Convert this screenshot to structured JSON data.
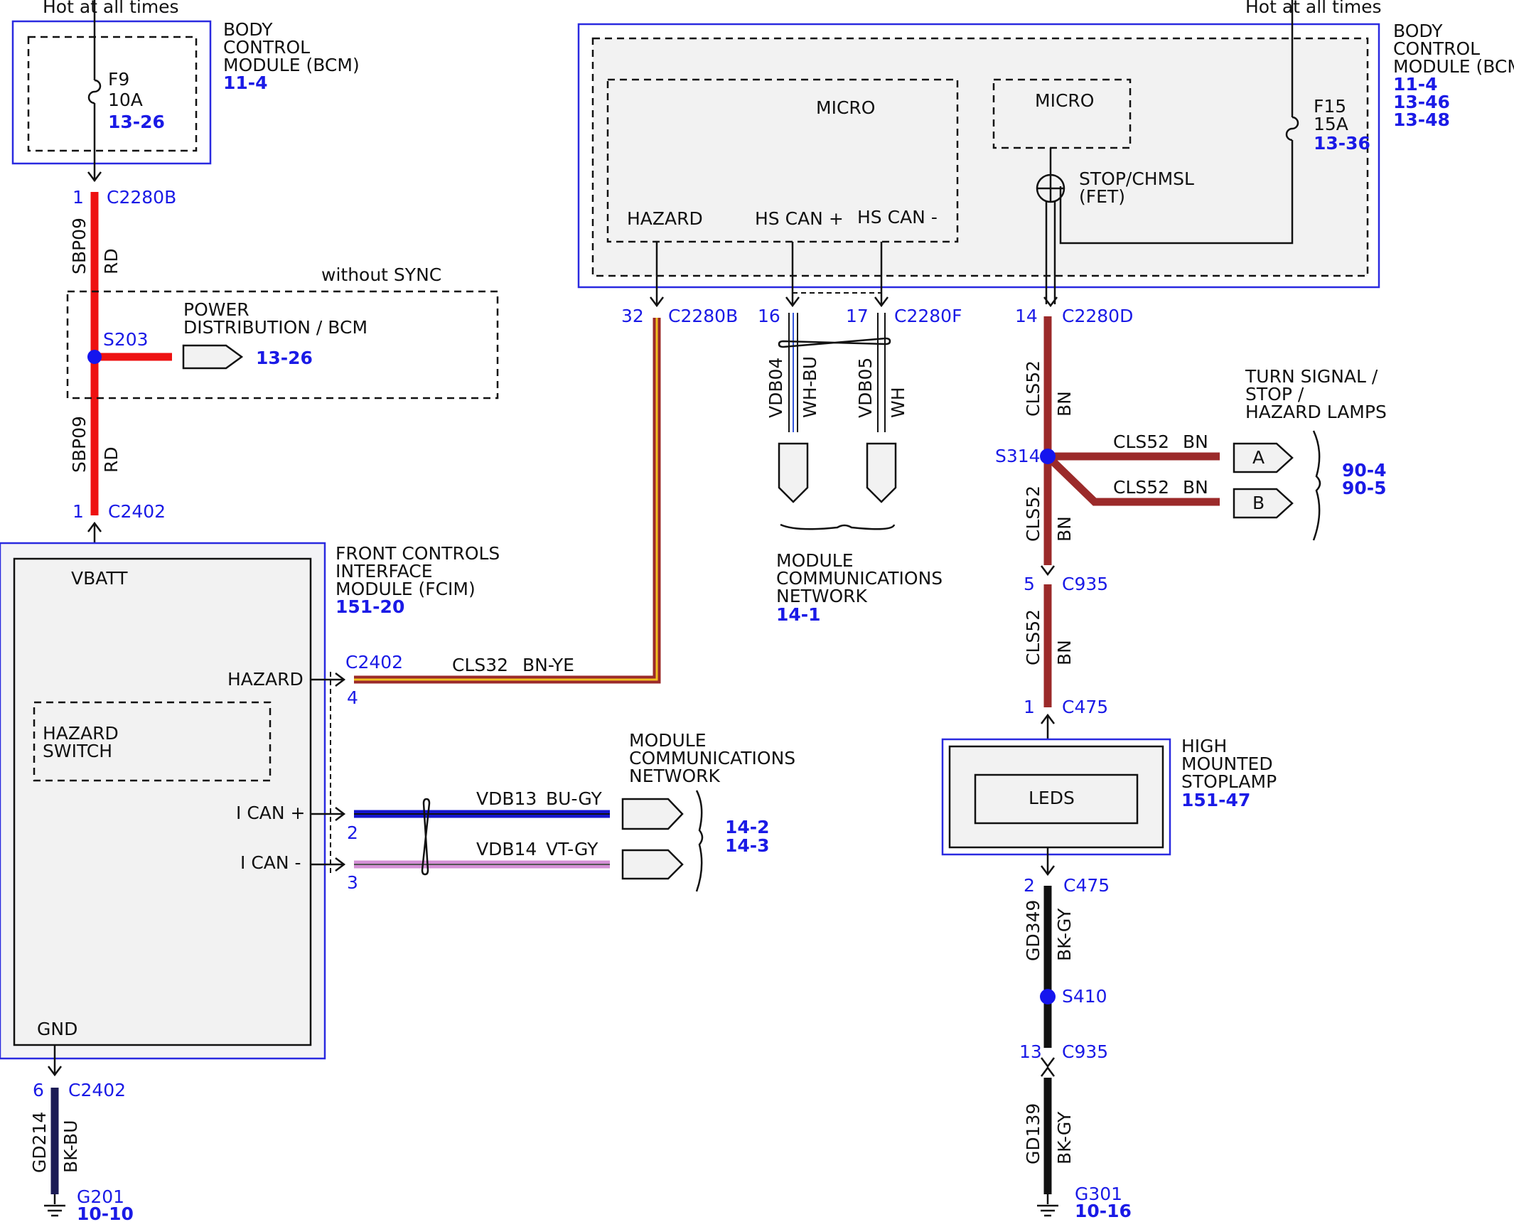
{
  "hot": {
    "left": "Hot at all times",
    "right": "Hot at all times"
  },
  "bcm_left": {
    "name_lines": [
      "BODY",
      "CONTROL",
      "MODULE (BCM)"
    ],
    "ref": "11-4",
    "fuse": "F9",
    "amp": "10A",
    "fuse_ref": "13-26"
  },
  "bcm_right": {
    "name_lines": [
      "BODY",
      "CONTROL",
      "MODULE (BCM)"
    ],
    "refs": [
      "11-4",
      "13-46",
      "13-48"
    ],
    "fuse": "F15",
    "amp": "15A",
    "fuse_ref": "13-36",
    "micro1": "MICRO",
    "micro2": "MICRO",
    "hazard": "HAZARD",
    "hscan_plus": "HS CAN +",
    "hscan_minus": "HS CAN -",
    "fet_line1": "STOP/CHMSL",
    "fet_line2": "(FET)"
  },
  "power_dist": {
    "title": "without SYNC",
    "name_lines": [
      "POWER",
      "DISTRIBUTION / BCM"
    ],
    "ref": "13-26",
    "splice": "S203"
  },
  "left_wire": {
    "pin_top": "1",
    "conn_top": "C2280B",
    "circuit": "SBP09",
    "color": "RD",
    "pin_bot": "1",
    "conn_bot": "C2402"
  },
  "fcim": {
    "name_lines": [
      "FRONT CONTROLS",
      "INTERFACE",
      "MODULE (FCIM)"
    ],
    "ref": "151-20",
    "vbatt": "VBATT",
    "hazard": "HAZARD",
    "switch_lines": [
      "HAZARD",
      "SWITCH"
    ],
    "ican_plus": "I CAN +",
    "ican_minus": "I CAN -",
    "gnd": "GND"
  },
  "hazard_wire": {
    "conn": "C2402",
    "pin": "4",
    "circuit": "CLS32",
    "color": "BN-YE",
    "top_pin": "32",
    "top_conn": "C2280B"
  },
  "ican_wires": {
    "plus_pin": "2",
    "plus_circuit": "VDB13",
    "plus_color": "BU-GY",
    "minus_pin": "3",
    "minus_circuit": "VDB14",
    "minus_color": "VT-GY",
    "network_lines": [
      "MODULE",
      "COMMUNICATIONS",
      "NETWORK"
    ],
    "refs": [
      "14-2",
      "14-3"
    ]
  },
  "hscan_wires": {
    "pin1": "16",
    "pin2": "17",
    "conn": "C2280F",
    "circuit1": "VDB04",
    "color1": "WH-BU",
    "circuit2": "VDB05",
    "color2": "WH",
    "network_lines": [
      "MODULE",
      "COMMUNICATIONS",
      "NETWORK"
    ],
    "ref": "14-1"
  },
  "stop_circuit": {
    "pin_top": "14",
    "conn_top": "C2280D",
    "circuit": "CLS52",
    "color": "BN",
    "splice": "S314",
    "branch_a": "A",
    "branch_b": "B",
    "lamps_lines": [
      "TURN SIGNAL /",
      "STOP /",
      "HAZARD LAMPS"
    ],
    "lamps_refs": [
      "90-4",
      "90-5"
    ],
    "c935_pin": "5",
    "c935": "C935",
    "c475_pin": "1",
    "c475": "C475"
  },
  "hmsl": {
    "name_lines": [
      "HIGH",
      "MOUNTED",
      "STOPLAMP"
    ],
    "ref": "151-47",
    "leds": "LEDS"
  },
  "ground_right": {
    "pin1": "2",
    "conn1": "C475",
    "circuit1": "GD349",
    "color1": "BK-GY",
    "splice": "S410",
    "pin2": "13",
    "conn2": "C935",
    "circuit2": "GD139",
    "color2": "BK-GY",
    "ground": "G301",
    "ref": "10-16"
  },
  "ground_left": {
    "pin": "6",
    "conn": "C2402",
    "circuit": "GD214",
    "color": "BK-BU",
    "ground": "G201",
    "ref": "10-10"
  },
  "colors": {
    "red": "#ee1111",
    "brown": "#9b2a2a",
    "blue_wire": "#1515cc",
    "violet_wire": "#d490d6",
    "navy": "#1b1b55",
    "label_blue": "#1a1ae6"
  }
}
